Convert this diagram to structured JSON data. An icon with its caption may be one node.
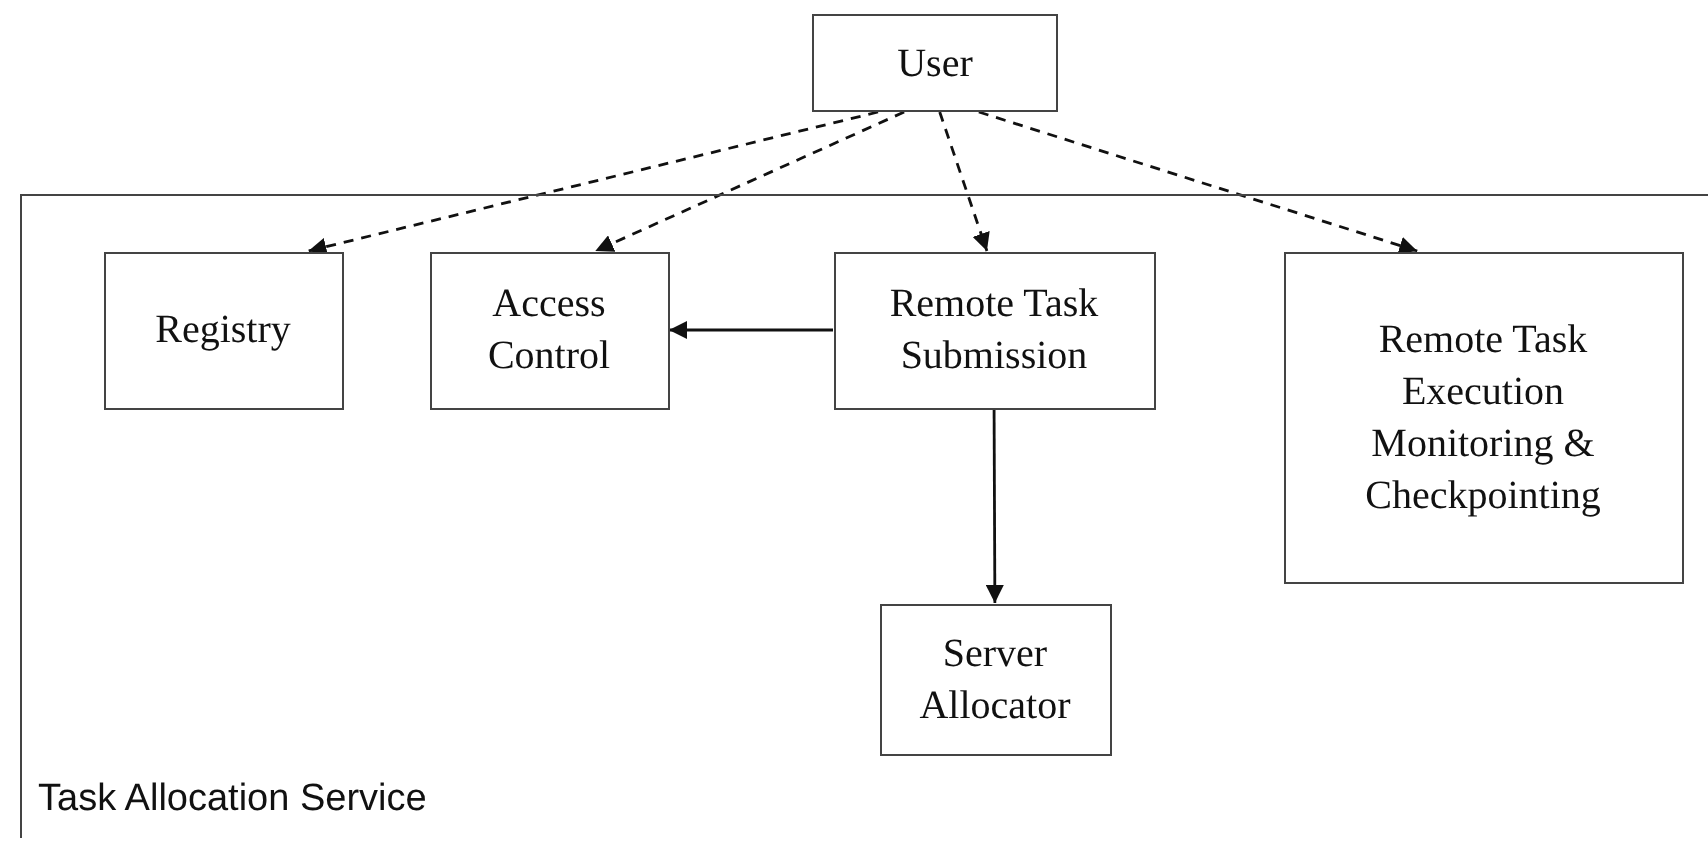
{
  "diagram": {
    "nodes": [
      {
        "text": [
          "User"
        ]
      },
      {
        "text": [
          "Task Allocation Service"
        ]
      },
      {
        "text": [
          "Registry"
        ],
        "in": 1
      },
      {
        "text": [
          "Access Control"
        ],
        "in": 1
      },
      {
        "text": [
          "Remote Task Submission"
        ],
        "in": 1
      },
      {
        "text": [
          "Remote Task Execution Monitoring & Checkpointing"
        ],
        "in": 1
      },
      {
        "text": [
          "Server Allocator"
        ],
        "in": 1
      }
    ],
    "edges": [
      {
        "from": 0,
        "to": 2,
        "arrow": "to",
        "style": "dashed"
      },
      {
        "from": 0,
        "to": 3,
        "arrow": "to",
        "style": "dashed"
      },
      {
        "from": 0,
        "to": 4,
        "arrow": "to",
        "style": "dashed"
      },
      {
        "from": 0,
        "to": 5,
        "arrow": "to",
        "style": "dashed"
      },
      {
        "from": 4,
        "to": 3,
        "arrow": "to"
      },
      {
        "from": 4,
        "to": 6,
        "arrow": "to"
      }
    ]
  }
}
